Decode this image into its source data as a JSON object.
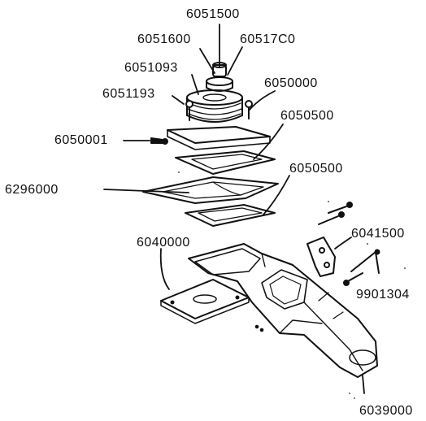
{
  "labels": {
    "p6051500": "6051500",
    "p6051600": "6051600",
    "p60517C0": "60517C0",
    "p6051093": "6051093",
    "p6051193": "6051193",
    "p6050000": "6050000",
    "p6050500a": "6050500",
    "p6050001": "6050001",
    "p6296000": "6296000",
    "p6050500b": "6050500",
    "p6040000": "6040000",
    "p6041500": "6041500",
    "p9901304": "9901304",
    "p6039000": "6039000"
  },
  "colors": {
    "ink": "#111111",
    "fill": "#ffffff",
    "shade": "#444444"
  }
}
